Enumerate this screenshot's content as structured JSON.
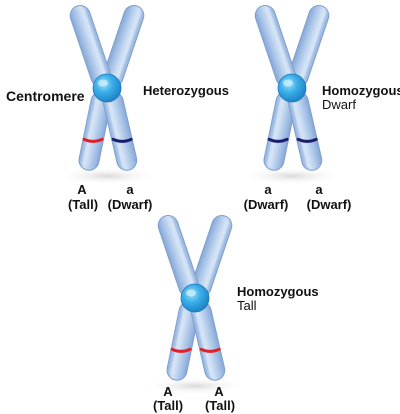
{
  "colors": {
    "arm": "#a9c4e6",
    "arm_edge": "#7fa0cf",
    "arm_highlight": "#d6e4f6",
    "centromere": "#2e9fe0",
    "centromere_light": "#7fd0f7",
    "dominant_band": "#e0202a",
    "recessive_band": "#1a1f6e",
    "shadow": "#e6e6e6"
  },
  "labels": {
    "centromere": "Centromere"
  },
  "chromosomes": [
    {
      "genotype_line1": "Heterozygous",
      "genotype_line2": "",
      "left_allele": "A",
      "left_trait": "(Tall)",
      "right_allele": "a",
      "right_trait": "(Dwarf)",
      "left_band": "dominant",
      "right_band": "recessive"
    },
    {
      "genotype_line1": "Homozygous",
      "genotype_line2": "Dwarf",
      "left_allele": "a",
      "left_trait": "(Dwarf)",
      "right_allele": "a",
      "right_trait": "(Dwarf)",
      "left_band": "recessive",
      "right_band": "recessive"
    },
    {
      "genotype_line1": "Homozygous",
      "genotype_line2": "Tall",
      "left_allele": "A",
      "left_trait": "(Tall)",
      "right_allele": "A",
      "right_trait": "(Tall)",
      "left_band": "dominant",
      "right_band": "dominant"
    }
  ]
}
